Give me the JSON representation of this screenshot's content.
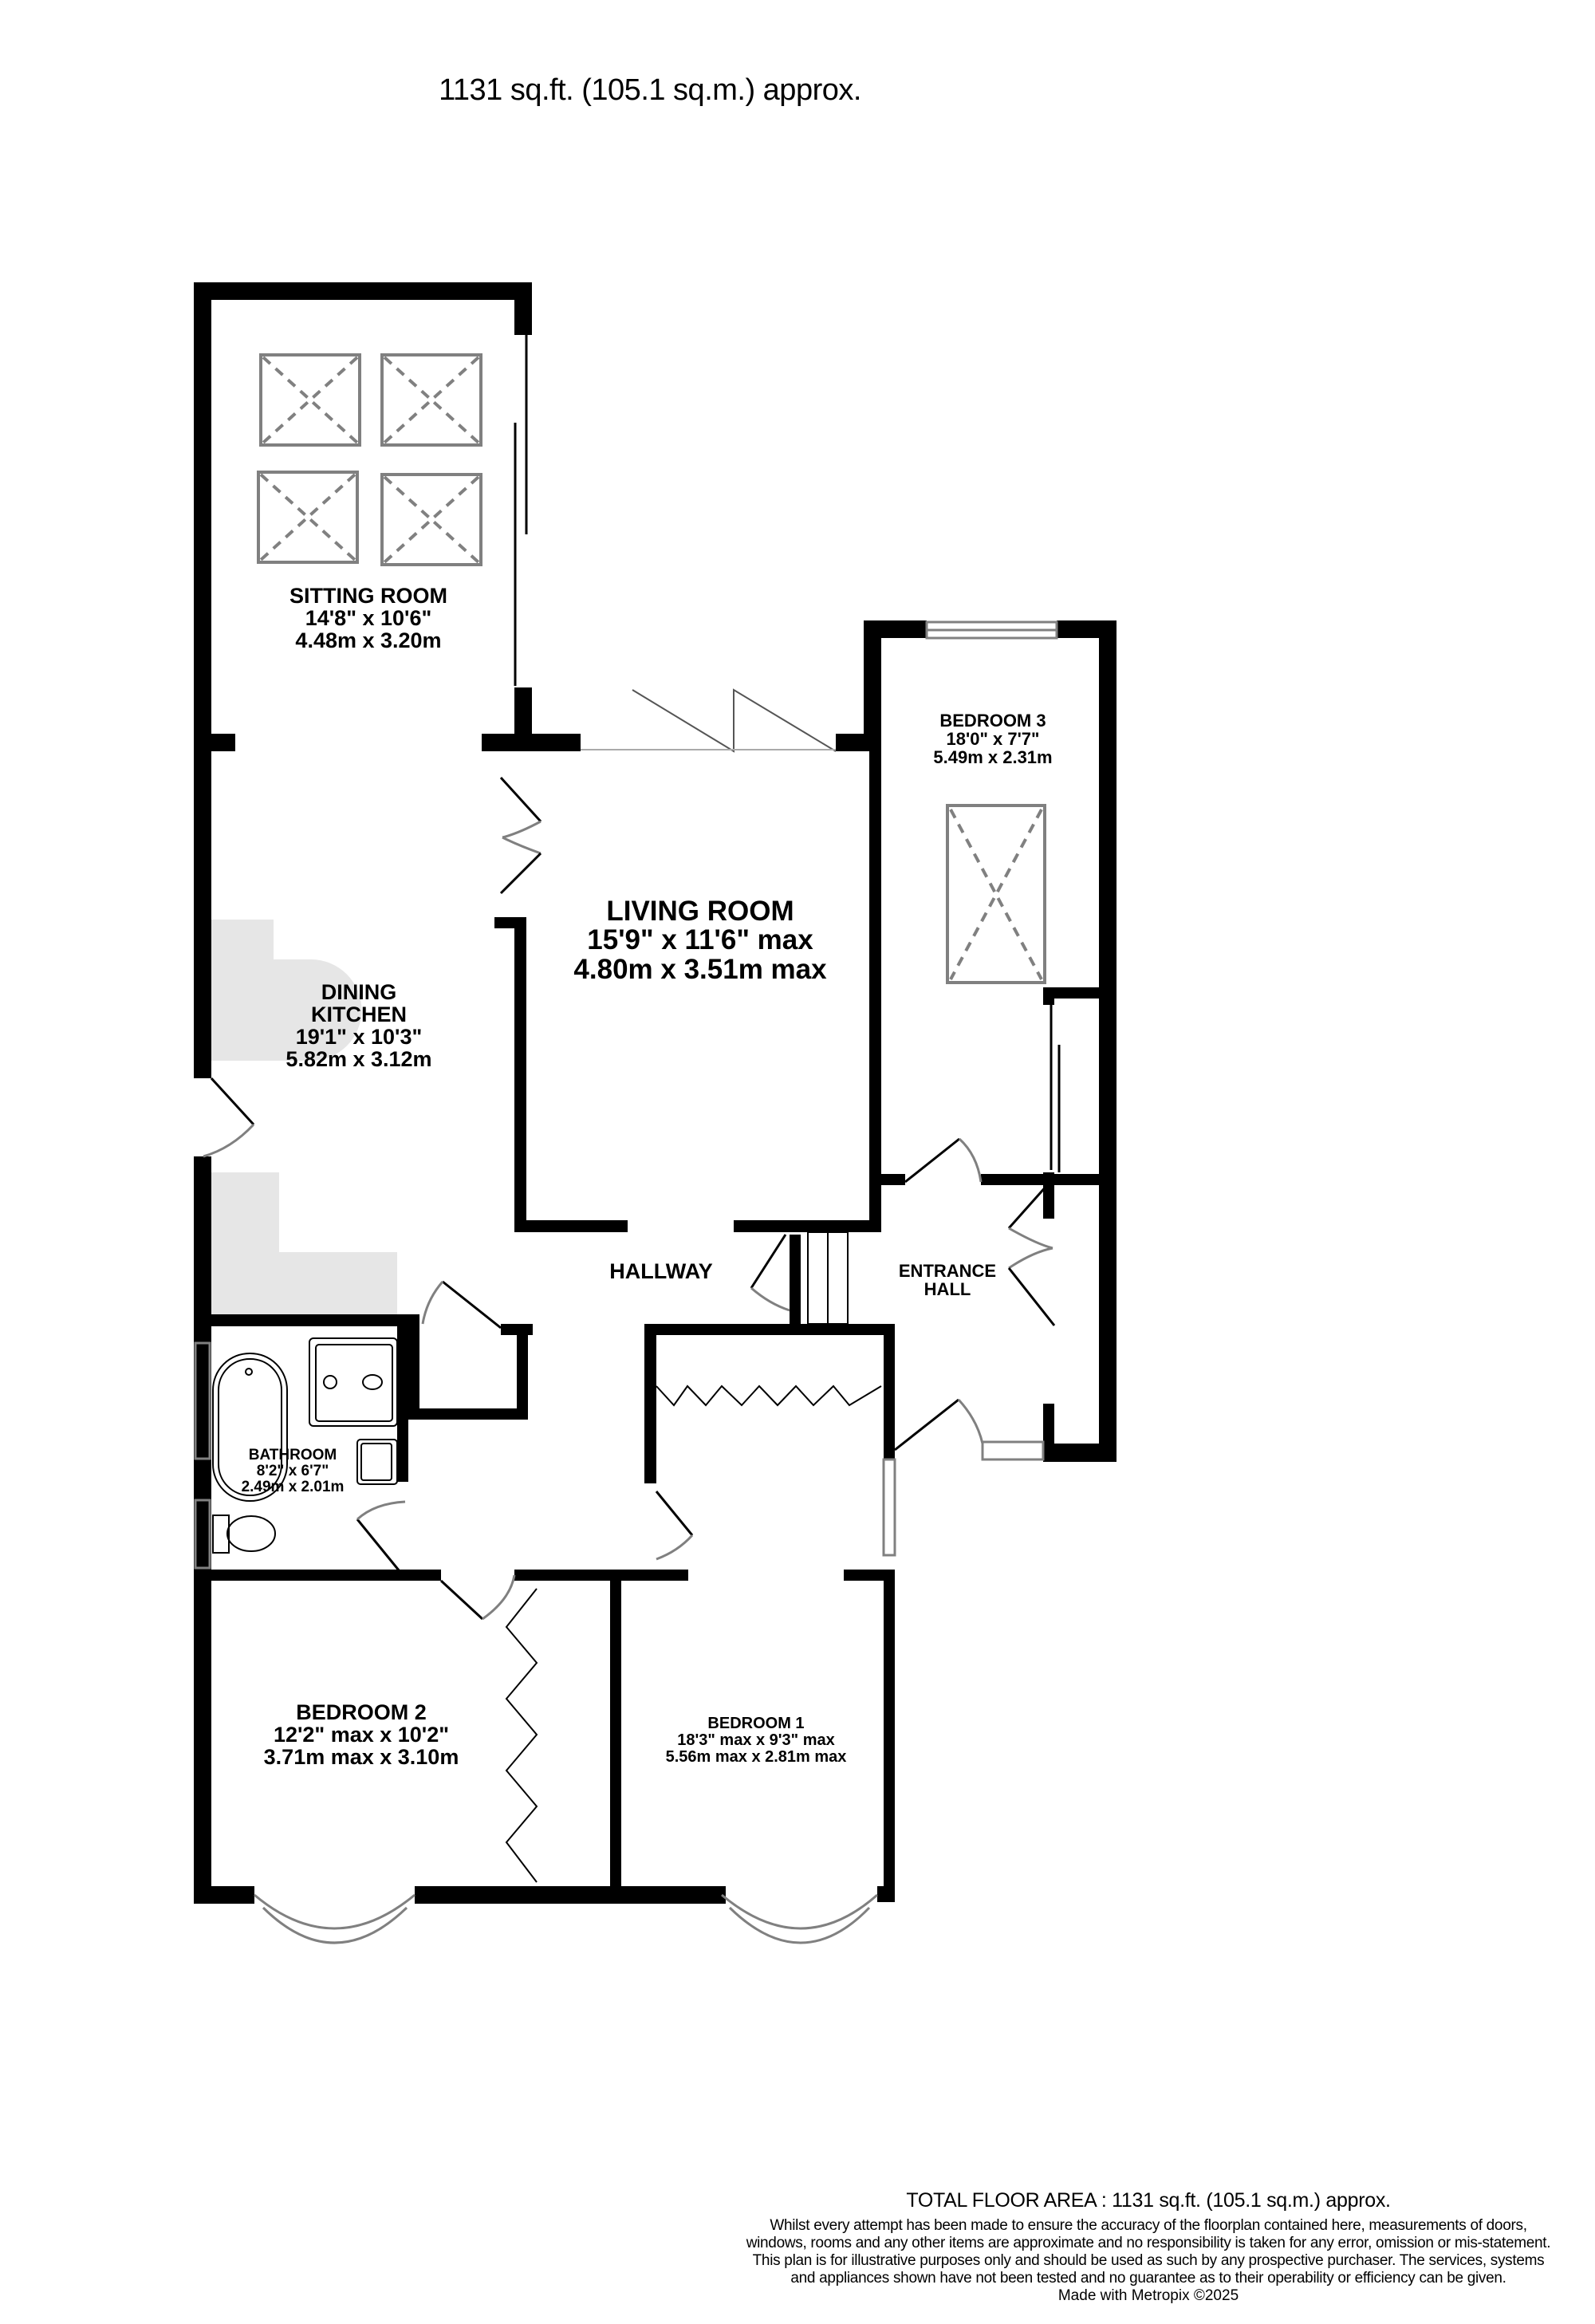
{
  "header": {
    "area_summary": "1131 sq.ft. (105.1 sq.m.) approx."
  },
  "colors": {
    "wall": "#000000",
    "background": "#ffffff",
    "kitchen_units": "#e6e6e6",
    "skylight_outline": "#808080",
    "door_arc": "#808080"
  },
  "rooms": {
    "sitting_room": {
      "name": "SITTING ROOM",
      "imperial": "14'8\"  x 10'6\"",
      "metric": "4.48m  x 3.20m"
    },
    "living_room": {
      "name": "LIVING ROOM",
      "imperial": "15'9\"  x 11'6\" max",
      "metric": "4.80m  x 3.51m max"
    },
    "bedroom_3": {
      "name": "BEDROOM 3",
      "imperial": "18'0\"  x 7'7\"",
      "metric": "5.49m  x 2.31m"
    },
    "dining_kitchen": {
      "name_line1": "DINING",
      "name_line2": "KITCHEN",
      "imperial": "19'1\"  x 10'3\"",
      "metric": "5.82m  x 3.12m"
    },
    "hallway": {
      "name": "HALLWAY"
    },
    "entrance_hall": {
      "name_line1": "ENTRANCE",
      "name_line2": "HALL"
    },
    "bathroom": {
      "name": "BATHROOM",
      "imperial": "8'2\"  x 6'7\"",
      "metric": "2.49m  x 2.01m"
    },
    "bedroom_2": {
      "name": "BEDROOM 2",
      "imperial": "12'2\" max x 10'2\"",
      "metric": "3.71m max x 3.10m"
    },
    "bedroom_1": {
      "name": "BEDROOM 1",
      "imperial": "18'3\" max x 9'3\" max",
      "metric": "5.56m max x 2.81m max"
    }
  },
  "footer": {
    "total_floor_area": "TOTAL FLOOR AREA : 1131 sq.ft. (105.1 sq.m.) approx.",
    "disclaimer": "Whilst every attempt has been made to ensure the accuracy of the floorplan contained here, measurements of doors, windows, rooms and any other items are approximate and no responsibility is taken for any error, omission or mis-statement. This plan is for illustrative purposes only and should be used as such by any prospective purchaser. The services, systems and appliances shown have not been tested and no guarantee as to their operability or efficiency can be given.",
    "made_with": "Made with Metropix ©2025"
  }
}
